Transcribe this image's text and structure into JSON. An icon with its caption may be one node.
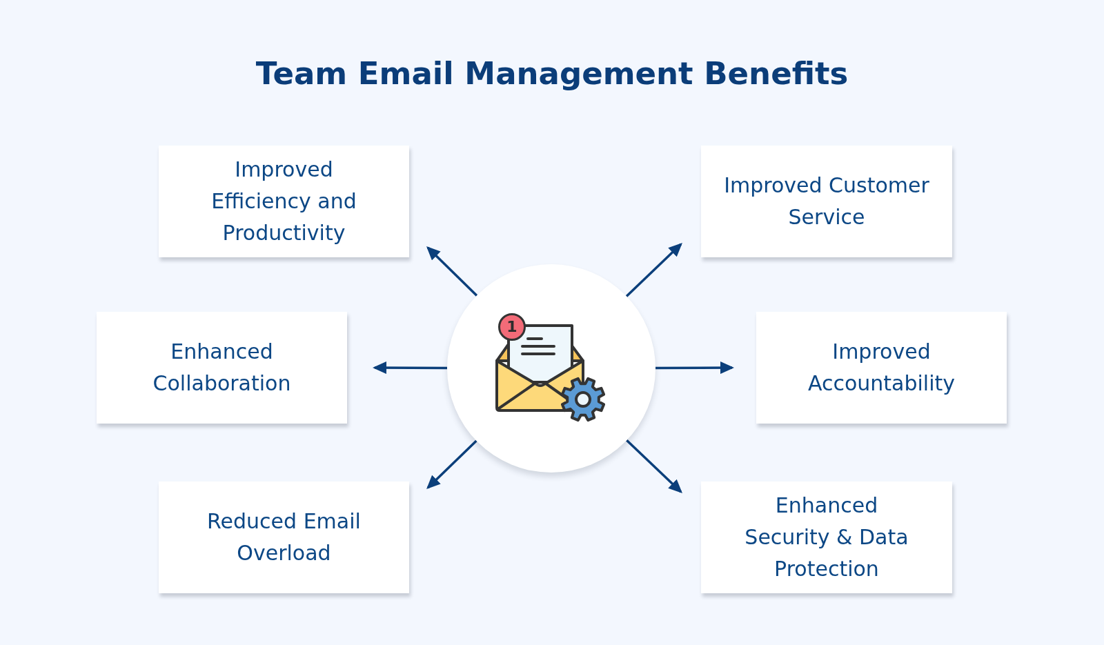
{
  "diagram": {
    "title": "Team Email Management Benefits",
    "nodes": [
      {
        "text": [
          "Improved Efficiency and Productivity"
        ]
      },
      {
        "text": [
          "Improved Customer Service"
        ]
      },
      {
        "text": [
          "Enhanced Collaboration"
        ]
      },
      {
        "text": [],
        "shape": "circle"
      },
      {
        "text": [
          "Improved Accountability"
        ]
      },
      {
        "text": [
          "Reduced Email Overload"
        ]
      },
      {
        "text": [
          "Enhanced Security & Data Protection"
        ]
      }
    ],
    "edges": [
      {
        "from": 3,
        "to": 0,
        "arrow": "to"
      },
      {
        "from": 3,
        "to": 1,
        "arrow": "to"
      },
      {
        "from": 3,
        "to": 2,
        "arrow": "to"
      },
      {
        "from": 3,
        "to": 4,
        "arrow": "to"
      },
      {
        "from": 3,
        "to": 5,
        "arrow": "to"
      },
      {
        "from": 3,
        "to": 6,
        "arrow": "to"
      }
    ],
    "labels": [
      "1"
    ]
  }
}
